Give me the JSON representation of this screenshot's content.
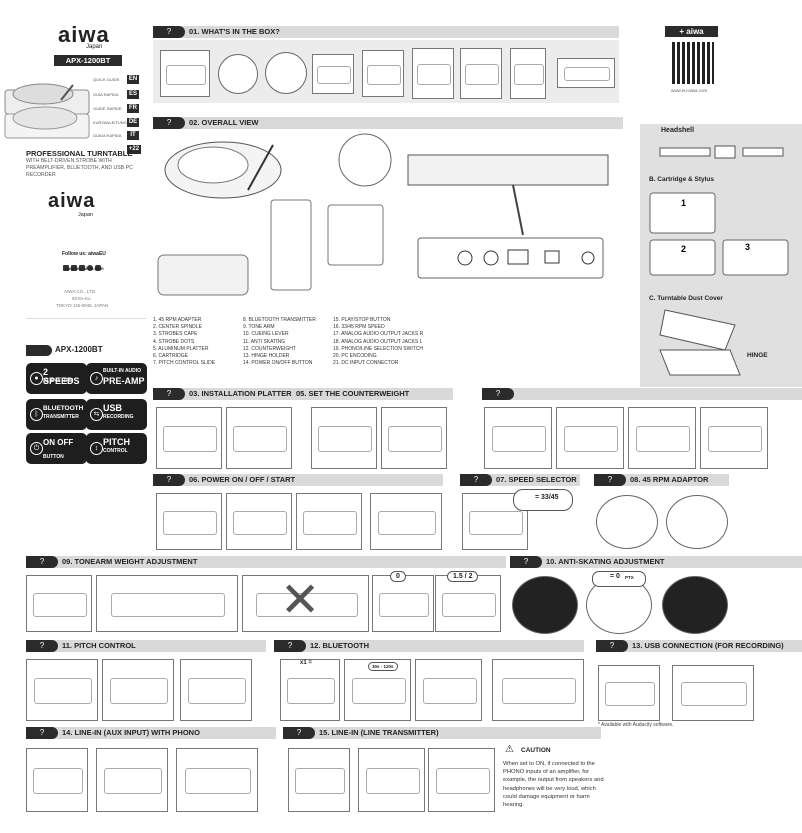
{
  "brand": {
    "logo": "aiwa",
    "sub": "Japan",
    "model": "APX-1200BT"
  },
  "languages": [
    {
      "code": "EN",
      "label": "QUICK GUIDE"
    },
    {
      "code": "ES",
      "label": "GUÍA RÁPIDA"
    },
    {
      "code": "FR",
      "label": "GUIDE RAPIDE"
    },
    {
      "code": "DE",
      "label": "KURZANLEITUNG"
    },
    {
      "code": "IT",
      "label": "GUIDA RAPIDA"
    },
    {
      "code": "+22",
      "label": ""
    }
  ],
  "product": {
    "title": "PROFESSIONAL TURNTABLE",
    "desc": "WITH BELT-DRIVEN STROBE WITH PREAMPLIFIER, BLUETOOTH, AND USB PC RECORDER"
  },
  "follow": {
    "label": "Follow us: aiwaEU",
    "site": "www.eu-aiwa.com"
  },
  "company": [
    "AIWA CO., LTD.",
    "93 Ex-Ku",
    "TOKYO 115-0046, JAPAN"
  ],
  "model_badge": "APX-1200BT",
  "features": [
    {
      "l1": "2 SPEEDS",
      "l2": "33 & 45 RPM",
      "icon": "record-icon"
    },
    {
      "l1": "BUILT-IN AUDIO",
      "l2": "PRE-AMP",
      "icon": "preamp-icon"
    },
    {
      "l1": "BLUETOOTH",
      "l2": "TRANSMITTER",
      "icon": "bluetooth-icon"
    },
    {
      "l1": "USB",
      "l2": "RECORDING",
      "icon": "usb-icon"
    },
    {
      "l1": "ON OFF",
      "l2": "BUTTON",
      "icon": "power-icon"
    },
    {
      "l1": "PITCH",
      "l2": "CONTROL",
      "icon": "pitch-icon"
    }
  ],
  "sections": {
    "s01": "01. WHAT'S IN THE BOX?",
    "s02": "02. OVERALL VIEW",
    "s03": "03. INSTALLATION PLATTER",
    "s05": "05. SET THE COUNTERWEIGHT",
    "s06": "06. POWER ON / OFF / START",
    "s07": "07. SPEED SELECTOR",
    "s08": "08. 45 RPM ADAPTOR",
    "s09": "09. TONEARM WEIGHT ADJUSTMENT",
    "s10": "10. ANTI-SKATING ADJUSTMENT",
    "s11": "11. PITCH CONTROL",
    "s12": "12. BLUETOOTH",
    "s13": "13. USB CONNECTION (FOR RECORDING)",
    "s14": "14. LINE-IN (AUX INPUT) WITH PHONO",
    "s15": "15. LINE-IN (LINE TRANSMITTER)"
  },
  "plus_aiwa": "+ aiwa",
  "qr_url": "www.eu-aiwa.com",
  "right_panel": {
    "headshell": "Headshell",
    "cartridge": "B. Cartridge & Stylus",
    "dustcover": "C. Turntable Dust Cover",
    "hinge": "HINGE"
  },
  "parts_col1": [
    "1. 45 RPM ADAPTER",
    "2. CENTER SPINDLE",
    "3. STROBES CAPE",
    "4. STROBE DOTS",
    "5. ALUMINUM PLATTER",
    "6. CARTRIDGE",
    "7. PITCH CONTROL SLIDE"
  ],
  "parts_col2": [
    "8. BLUETOOTH TRANSMITTER",
    "9. TONE ARM",
    "10. CUEING LEVER",
    "11. ANTI SKATING",
    "12. COUNTERWEIGHT",
    "13. HINGE HOLDER",
    "14. POWER ON/OFF BUTTON"
  ],
  "parts_col3": [
    "15. PLAY/STOP BUTTON",
    "16. 33/45 RPM SPEED",
    "17. ANALOG AUDIO OUTPUT JACKS R",
    "18. ANALOG AUDIO OUTPUT JACKS L",
    "19. PHONO/LINE SELECTION SWITCH",
    "20. PC ENCODING",
    "21. DC INPUT CONNECTOR"
  ],
  "speed_value": "= 33/45",
  "weight_values": [
    "0",
    "1.5 / 2"
  ],
  "antiskate_value": "= 0",
  "antiskate_unit": "PTX",
  "bt_time": "30s - 120s",
  "bt_x1": "x1 =",
  "usb_note": "* Available with Audacity software.",
  "caution": {
    "title": "CAUTION",
    "text": "When set to ON, if connected to the PHONO inputs of an amplifier, for example, the output from speakers and headphones will be very loud, which could damage equipment or harm hearing."
  },
  "colors": {
    "dark": "#2b2b2b",
    "bar": "#d9d9d9",
    "panel": "#e0e0e0"
  }
}
